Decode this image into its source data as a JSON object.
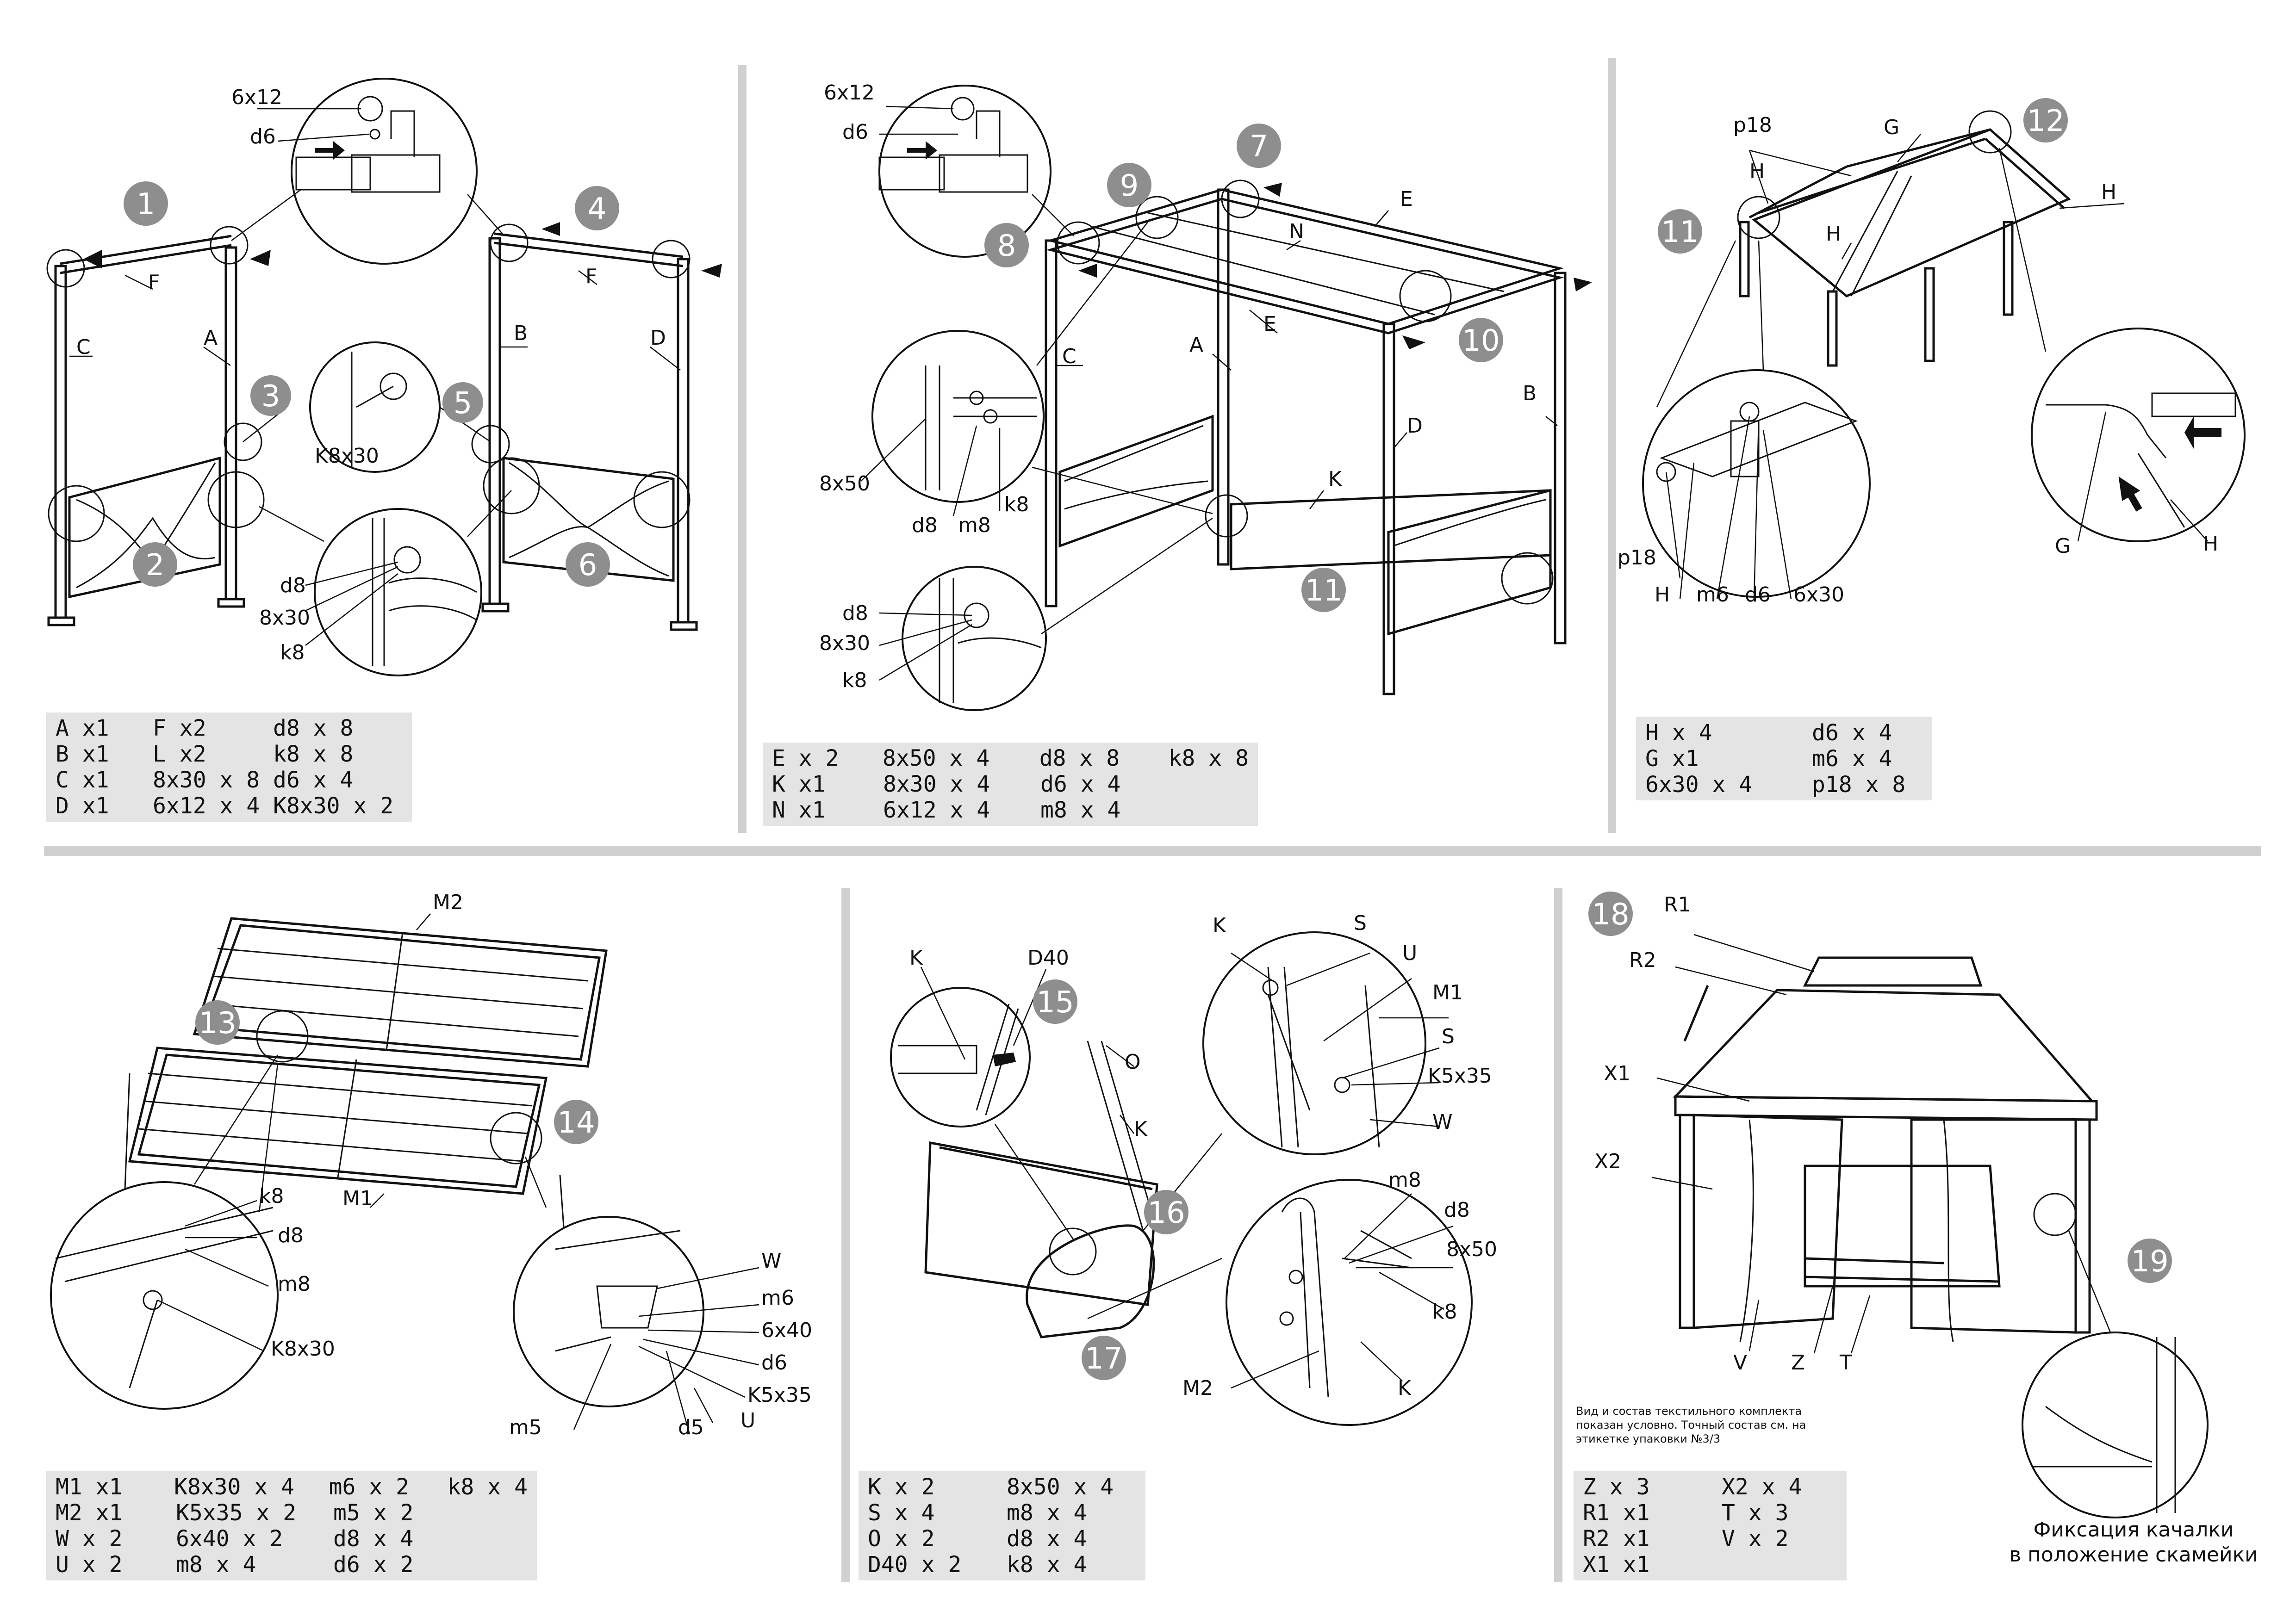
{
  "labels": {
    "s1": {
      "bolt_6x12": "6x12",
      "washer_d6": "d6",
      "F_left": "F",
      "F_right": "F",
      "C": "C",
      "A": "A",
      "B": "B",
      "D": "D",
      "K8x30": "K8x30",
      "d8": "d8",
      "bolt_8x30": "8x30",
      "k8": "k8"
    },
    "s2": {
      "bolt_6x12": "6x12",
      "washer_d6": "d6",
      "E_top": "E",
      "E_mid": "E",
      "N": "N",
      "C": "C",
      "A": "A",
      "D": "D",
      "B": "B",
      "K": "K",
      "bolt_8x50": "8x50",
      "d8_a": "d8",
      "m8": "m8",
      "k8_a": "k8",
      "d8_b": "d8",
      "bolt_8x30": "8x30",
      "k8_b": "k8"
    },
    "s3": {
      "p18_top": "p18",
      "G_top": "G",
      "H_left": "H",
      "H_mid": "H",
      "H_right": "H",
      "p18_bot": "p18",
      "H_bot": "H",
      "m6": "m6",
      "d6": "d6",
      "bolt_6x30": "6x30",
      "G_zoom": "G",
      "H_zoom": "H"
    },
    "s4": {
      "M2": "M2",
      "M1": "M1",
      "k8": "k8",
      "d8": "d8",
      "m8": "m8",
      "K8x30": "K8x30",
      "W": "W",
      "m6": "m6",
      "bolt_6x40": "6x40",
      "d6": "d6",
      "K5x35": "K5x35",
      "m5": "m5",
      "d5": "d5",
      "U": "U"
    },
    "s5": {
      "K_zoom": "K",
      "D40": "D40",
      "O": "O",
      "K_chain": "K",
      "K_top": "K",
      "S_top": "S",
      "U": "U",
      "M1": "M1",
      "S_mid": "S",
      "K5x35": "K5x35",
      "W": "W",
      "m8": "m8",
      "d8": "d8",
      "bolt_8x50": "8x50",
      "k8": "k8",
      "M2": "M2",
      "K_bot": "K"
    },
    "s6": {
      "R1": "R1",
      "R2": "R2",
      "X1": "X1",
      "X2": "X2",
      "V": "V",
      "Z": "Z",
      "T": "T"
    }
  },
  "steps": [
    "1",
    "2",
    "3",
    "4",
    "5",
    "6",
    "7",
    "8",
    "9",
    "10",
    "11",
    "11",
    "12",
    "13",
    "14",
    "15",
    "16",
    "17",
    "18",
    "19"
  ],
  "parts_lists": {
    "s1": [
      [
        "A x1",
        "F x2",
        "d8 x 8"
      ],
      [
        "B x1",
        "L x2",
        "k8 x 8"
      ],
      [
        "C x1",
        "8x30 x 8",
        "d6 x 4"
      ],
      [
        "D x1",
        "6x12 x 4",
        "K8x30 x 2"
      ]
    ],
    "s2": [
      [
        "E x 2",
        "8x50 x 4",
        "d8 x 8",
        "k8 x 8"
      ],
      [
        "K x1",
        "8x30 x 4",
        "d6 x 4",
        ""
      ],
      [
        "N x1",
        "6x12 x 4",
        "m8 x 4",
        ""
      ]
    ],
    "s3": [
      [
        "H x 4",
        "d6 x 4"
      ],
      [
        "G x1",
        "m6 x 4"
      ],
      [
        "6x30 x 4",
        "p18 x 8"
      ]
    ],
    "s4": [
      [
        "M1 x1",
        "K8x30 x 4",
        "m6 x 2",
        "k8 x 4"
      ],
      [
        "M2 x1",
        "K5x35 x 2",
        "m5 x 2",
        ""
      ],
      [
        "W x 2",
        "6x40 x 2",
        "d8 x 4",
        ""
      ],
      [
        "U x 2",
        "m8 x 4",
        "d6 x 2",
        ""
      ]
    ],
    "s5": [
      [
        "K x 2",
        "8x50 x 4"
      ],
      [
        "S x 4",
        "m8 x 4"
      ],
      [
        "O x 2",
        "d8 x 4"
      ],
      [
        "D40 x 2",
        "k8 x 4"
      ]
    ],
    "s6": [
      [
        "Z x 3",
        "X2 x 4"
      ],
      [
        "R1 x1",
        "T x 3"
      ],
      [
        "R2 x1",
        "V x 2"
      ],
      [
        "X1 x1",
        ""
      ]
    ]
  },
  "note": {
    "line1": "Вид и состав текстильного комплекта",
    "line2": "показан условно. Точный состав см. на",
    "line3": "этикетке упаковки №3/3"
  },
  "caption": {
    "line1": "Фиксация качалки",
    "line2": "в положение скамейки"
  },
  "colors": {
    "badge": "#8e8e8e",
    "parts_bg": "#e4e4e4",
    "separator": "#d0d0d0",
    "ink": "#111111"
  }
}
